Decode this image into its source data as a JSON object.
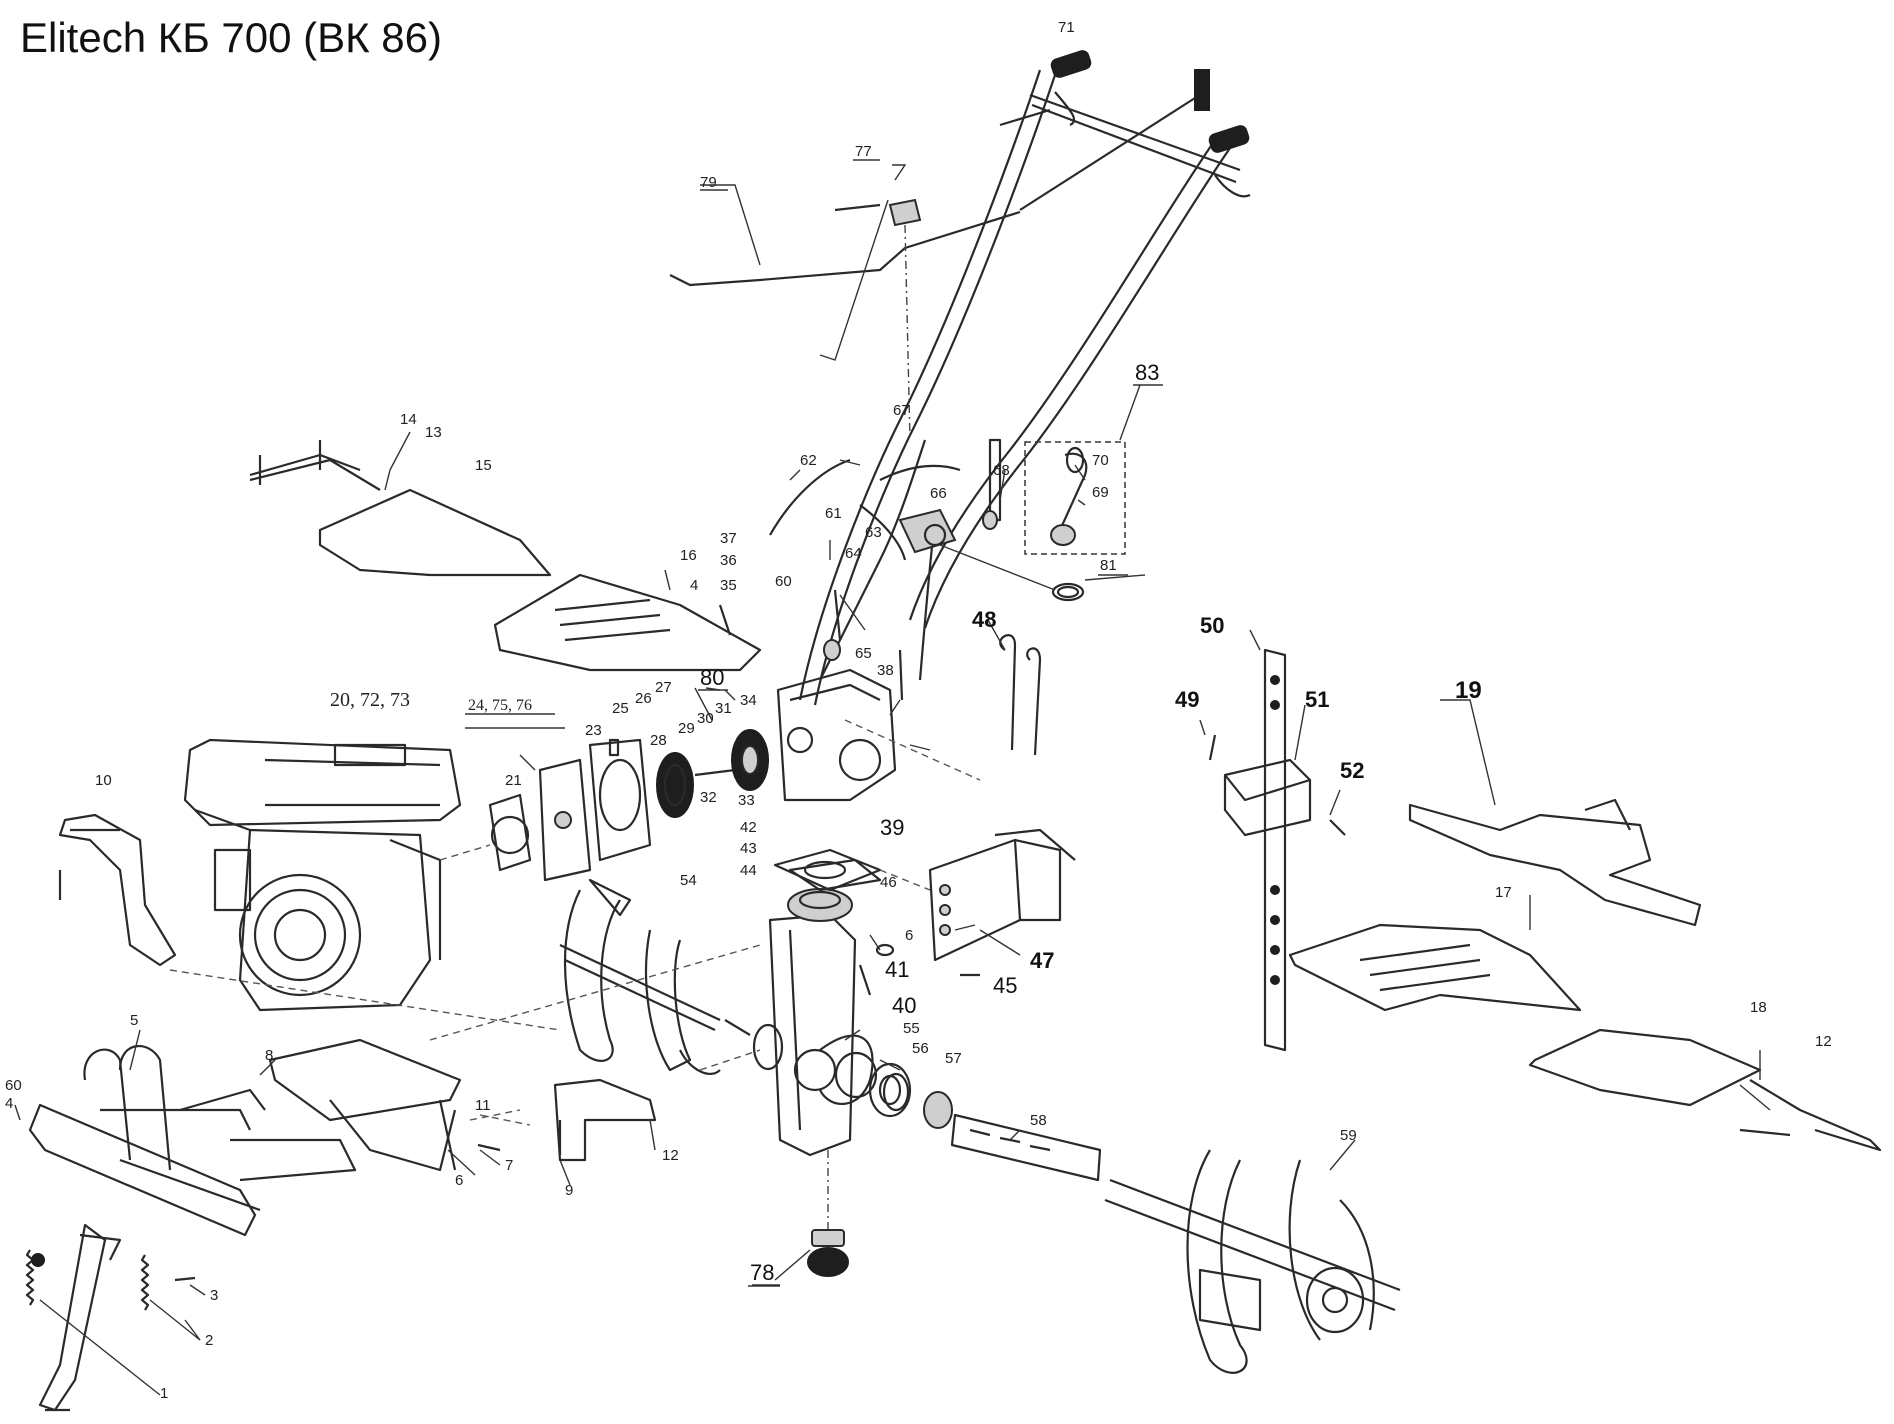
{
  "title": "Elitech КБ 700 (ВК 86)",
  "labels": {
    "l1": "1",
    "l2": "2",
    "l3": "3",
    "l4a": "4",
    "l4b": "4",
    "l5": "5",
    "l6": "6",
    "l7": "7",
    "l8": "8",
    "l9": "9",
    "l10": "10",
    "l11": "11",
    "l12a": "12",
    "l12b": "12",
    "l13": "13",
    "l14": "14",
    "l15": "15",
    "l16": "16",
    "l17": "17",
    "l18": "18",
    "l19": "19",
    "l20": "20, 72, 73",
    "l21": "21",
    "l23": "23",
    "l24": "24, 75, 76",
    "l25": "25",
    "l26": "26",
    "l27": "27",
    "l28": "28",
    "l29": "29",
    "l30": "30",
    "l31": "31",
    "l32": "32",
    "l33": "33",
    "l34": "34",
    "l35": "35",
    "l36": "36",
    "l37": "37",
    "l38": "38",
    "l39": "39",
    "l40": "40",
    "l41": "41",
    "l42": "42",
    "l43": "43",
    "l44": "44",
    "l45": "45",
    "l46": "46",
    "l47": "47",
    "l48": "48",
    "l49": "49",
    "l50": "50",
    "l51": "51",
    "l52": "52",
    "l54": "54",
    "l55": "55",
    "l56": "56",
    "l57": "57",
    "l58": "58",
    "l59": "59",
    "l60a": "60",
    "l60b": "60",
    "l61": "61",
    "l62": "62",
    "l63": "63",
    "l64": "64",
    "l65": "65",
    "l66": "66",
    "l67": "67",
    "l68": "68",
    "l69": "69",
    "l70": "70",
    "l71": "71",
    "l77": "77",
    "l78": "78",
    "l79": "79",
    "l80": "80",
    "l81": "81",
    "l83": "83",
    "l6b": "6"
  }
}
